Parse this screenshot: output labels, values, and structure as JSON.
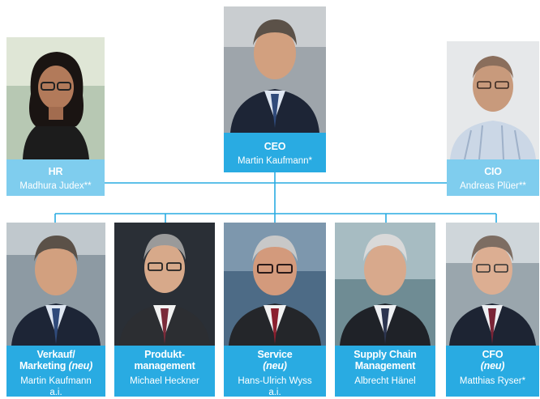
{
  "colors": {
    "accent": "#29abe2",
    "accent_light": "#7fcdee",
    "line": "#29abe2"
  },
  "top": {
    "ceo": {
      "role": "CEO",
      "name": "Martin Kaufmann*",
      "photo": "portrait-ceo"
    },
    "hr": {
      "role": "HR",
      "name": "Madhura Judex**",
      "photo": "portrait-hr"
    },
    "cio": {
      "role": "CIO",
      "name": "Andreas Plüer**",
      "photo": "portrait-cio"
    }
  },
  "bottom": [
    {
      "role_line1": "Verkauf/",
      "role_line2": "Marketing",
      "role_suffix": "(neu)",
      "name_line1": "Martin Kaufmann",
      "name_line2": "a.i.",
      "photo": "portrait-sales"
    },
    {
      "role_line1": "Produkt-",
      "role_line2": "management",
      "role_suffix": "",
      "name_line1": "Michael Heckner",
      "name_line2": "",
      "photo": "portrait-product"
    },
    {
      "role_line1": "Service",
      "role_line2": "",
      "role_suffix": "(neu)",
      "name_line1": "Hans-Ulrich Wyss",
      "name_line2": "a.i.",
      "photo": "portrait-service"
    },
    {
      "role_line1": "Supply Chain",
      "role_line2": "Management",
      "role_suffix": "",
      "name_line1": "Albrecht Hänel",
      "name_line2": "",
      "photo": "portrait-supply"
    },
    {
      "role_line1": "CFO",
      "role_line2": "",
      "role_suffix": "(neu)",
      "name_line1": "Matthias Ryser*",
      "name_line2": "",
      "photo": "portrait-cfo"
    }
  ]
}
